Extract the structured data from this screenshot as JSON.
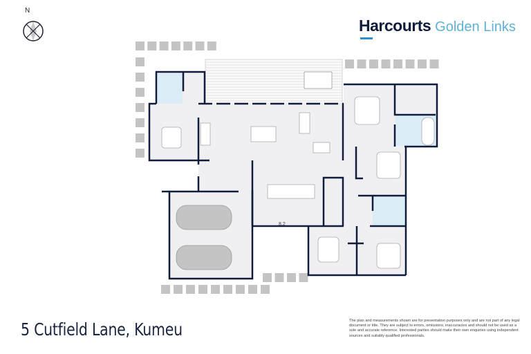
{
  "brand": {
    "name": "Harcourts",
    "office": "Golden Links",
    "primary_color": "#0f1d3d",
    "accent_color": "#5fb2d6"
  },
  "compass": {
    "label": "N",
    "icon": "compass-icon"
  },
  "plan": {
    "wall_color": "#0f1d3d",
    "floor_color": "#f0f0f2",
    "wet_area_color": "#dcecf6",
    "paver_color": "#c4c4c4",
    "kitchen_label": "8.2"
  },
  "address": "5 Cutfield Lane, Kumeu",
  "disclaimer": "The plan and measurements shown are for presentation purposes only and are not part of any legal document or title. They are subject to errors, omissions, inaccuracies and should not be used as a sole and accurate reference. Interested parties should make their own enquiries using independent sources and suitably qualified professionals."
}
